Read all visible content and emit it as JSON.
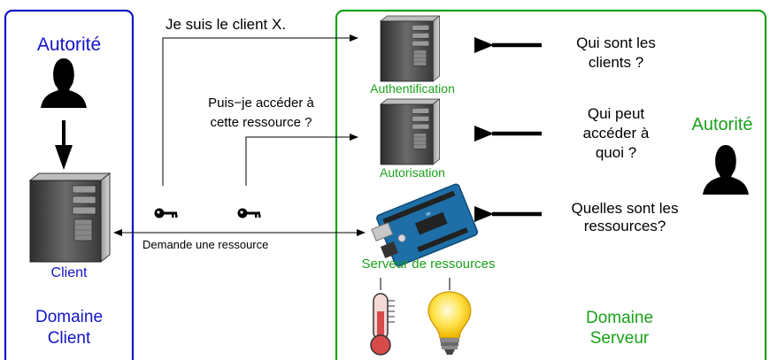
{
  "client_domain": {
    "authority_label": "Autorité",
    "client_label": "Client",
    "domain_label_line1": "Domaine",
    "domain_label_line2": "Client"
  },
  "server_domain": {
    "authority_label": "Autorité",
    "authentication_label": "Authentification",
    "authorization_label": "Autorisation",
    "resource_server_label": "Serveur de ressources",
    "domain_label_line1": "Domaine",
    "domain_label_line2": "Serveur"
  },
  "messages": {
    "identify_client": "Je suis le client X.",
    "access_question_line1": "Puis−je accéder à",
    "access_question_line2": "cette ressource ?",
    "request_resource": "Demande une ressource"
  },
  "questions": {
    "clients_line1": "Qui sont les",
    "clients_line2": "clients ?",
    "access_line1": "Qui peut",
    "access_line2": "accéder à",
    "access_line3": "quoi ?",
    "resources_line1": "Quelles sont les",
    "resources_line2": "ressources?"
  },
  "colors": {
    "client_domain_border": "#1414c8",
    "server_domain_border": "#1aa01a",
    "arrow": "#000000"
  },
  "icons": [
    "user-icon",
    "server-tower-icon",
    "key-icon",
    "arduino-board-icon",
    "thermometer-icon",
    "light-bulb-icon"
  ]
}
